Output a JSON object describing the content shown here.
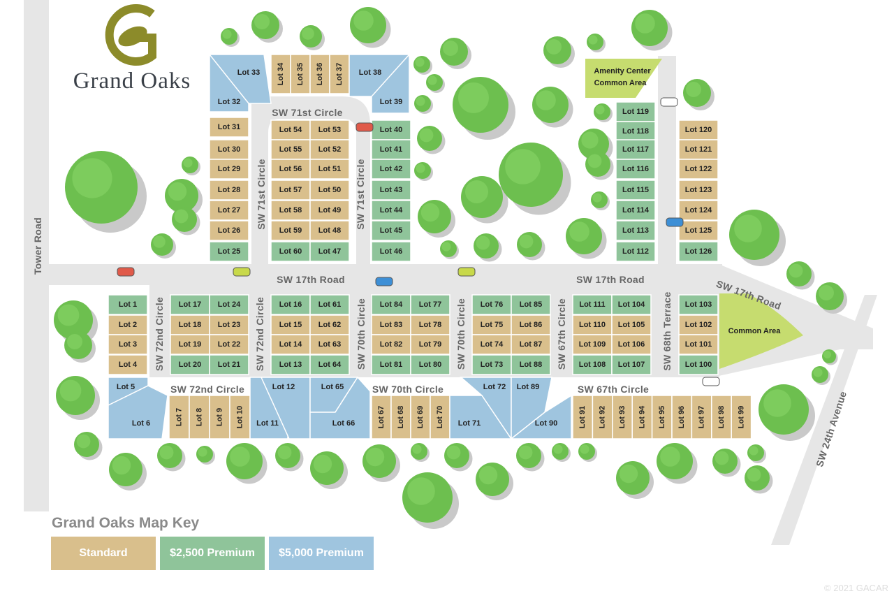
{
  "brand": {
    "name": "Grand Oaks"
  },
  "colors": {
    "standard": "#d9bf8c",
    "premium_2500": "#8fc49a",
    "premium_5000": "#9fc5df",
    "common_area": "#c6dc6f",
    "road": "#e6e6e6",
    "tree": "#6dbf4f",
    "tree_light": "#84d164",
    "tree_shadow": "#c9c9c9"
  },
  "streets": [
    {
      "id": "tower-road",
      "label": "Tower Road"
    },
    {
      "id": "sw-17th-road-west",
      "label": "SW 17th Road"
    },
    {
      "id": "sw-17th-road-east",
      "label": "SW 17th Road"
    },
    {
      "id": "sw-17th-road-diag",
      "label": "SW 17th Road"
    },
    {
      "id": "sw-71st-circle-top",
      "label": "SW 71st Circle"
    },
    {
      "id": "sw-71st-circle-left",
      "label": "SW 71st Circle"
    },
    {
      "id": "sw-71st-circle-right",
      "label": "SW 71st Circle"
    },
    {
      "id": "sw-72nd-circle-left",
      "label": "SW 72nd Circle"
    },
    {
      "id": "sw-72nd-circle-right",
      "label": "SW 72nd Circle"
    },
    {
      "id": "sw-72nd-circle-bottom",
      "label": "SW 72nd Circle"
    },
    {
      "id": "sw-70th-circle-left",
      "label": "SW 70th Circle"
    },
    {
      "id": "sw-70th-circle-right",
      "label": "SW 70th Circle"
    },
    {
      "id": "sw-70th-circle-bottom",
      "label": "SW 70th Circle"
    },
    {
      "id": "sw-67th-circle-left",
      "label": "SW 67th Circle"
    },
    {
      "id": "sw-67th-circle-bottom",
      "label": "SW 67th Circle"
    },
    {
      "id": "sw-68th-terrace",
      "label": "SW 68th Terrace"
    },
    {
      "id": "sw-24th-avenue",
      "label": "SW 24th Avenue"
    }
  ],
  "lots": [
    {
      "n": "Lot 1",
      "t": "premium_2500"
    },
    {
      "n": "Lot 2",
      "t": "standard"
    },
    {
      "n": "Lot 3",
      "t": "standard"
    },
    {
      "n": "Lot 4",
      "t": "standard"
    },
    {
      "n": "Lot 5",
      "t": "premium_5000"
    },
    {
      "n": "Lot 6",
      "t": "premium_5000"
    },
    {
      "n": "Lot 7",
      "t": "standard"
    },
    {
      "n": "Lot 8",
      "t": "standard"
    },
    {
      "n": "Lot 9",
      "t": "standard"
    },
    {
      "n": "Lot 10",
      "t": "standard"
    },
    {
      "n": "Lot 11",
      "t": "premium_5000"
    },
    {
      "n": "Lot 12",
      "t": "premium_5000"
    },
    {
      "n": "Lot 13",
      "t": "premium_2500"
    },
    {
      "n": "Lot 14",
      "t": "standard"
    },
    {
      "n": "Lot 15",
      "t": "standard"
    },
    {
      "n": "Lot 16",
      "t": "premium_2500"
    },
    {
      "n": "Lot 17",
      "t": "premium_2500"
    },
    {
      "n": "Lot 18",
      "t": "standard"
    },
    {
      "n": "Lot 19",
      "t": "standard"
    },
    {
      "n": "Lot 20",
      "t": "premium_2500"
    },
    {
      "n": "Lot 21",
      "t": "premium_2500"
    },
    {
      "n": "Lot 22",
      "t": "standard"
    },
    {
      "n": "Lot 23",
      "t": "standard"
    },
    {
      "n": "Lot 24",
      "t": "premium_2500"
    },
    {
      "n": "Lot 25",
      "t": "premium_2500"
    },
    {
      "n": "Lot 26",
      "t": "standard"
    },
    {
      "n": "Lot 27",
      "t": "standard"
    },
    {
      "n": "Lot 28",
      "t": "standard"
    },
    {
      "n": "Lot 29",
      "t": "standard"
    },
    {
      "n": "Lot 30",
      "t": "standard"
    },
    {
      "n": "Lot 31",
      "t": "standard"
    },
    {
      "n": "Lot 32",
      "t": "premium_5000"
    },
    {
      "n": "Lot 33",
      "t": "premium_5000"
    },
    {
      "n": "Lot 34",
      "t": "standard"
    },
    {
      "n": "Lot 35",
      "t": "standard"
    },
    {
      "n": "Lot 36",
      "t": "standard"
    },
    {
      "n": "Lot 37",
      "t": "standard"
    },
    {
      "n": "Lot 38",
      "t": "premium_5000"
    },
    {
      "n": "Lot 39",
      "t": "premium_5000"
    },
    {
      "n": "Lot 40",
      "t": "premium_2500"
    },
    {
      "n": "Lot 41",
      "t": "premium_2500"
    },
    {
      "n": "Lot 42",
      "t": "premium_2500"
    },
    {
      "n": "Lot 43",
      "t": "premium_2500"
    },
    {
      "n": "Lot 44",
      "t": "premium_2500"
    },
    {
      "n": "Lot 45",
      "t": "premium_2500"
    },
    {
      "n": "Lot 46",
      "t": "premium_2500"
    },
    {
      "n": "Lot 47",
      "t": "premium_2500"
    },
    {
      "n": "Lot 48",
      "t": "standard"
    },
    {
      "n": "Lot 49",
      "t": "standard"
    },
    {
      "n": "Lot 50",
      "t": "standard"
    },
    {
      "n": "Lot 51",
      "t": "standard"
    },
    {
      "n": "Lot 52",
      "t": "standard"
    },
    {
      "n": "Lot 53",
      "t": "standard"
    },
    {
      "n": "Lot 54",
      "t": "standard"
    },
    {
      "n": "Lot 55",
      "t": "standard"
    },
    {
      "n": "Lot 56",
      "t": "standard"
    },
    {
      "n": "Lot 57",
      "t": "standard"
    },
    {
      "n": "Lot 58",
      "t": "standard"
    },
    {
      "n": "Lot 59",
      "t": "standard"
    },
    {
      "n": "Lot 60",
      "t": "premium_2500"
    },
    {
      "n": "Lot 61",
      "t": "premium_2500"
    },
    {
      "n": "Lot 62",
      "t": "standard"
    },
    {
      "n": "Lot 63",
      "t": "standard"
    },
    {
      "n": "Lot 64",
      "t": "premium_2500"
    },
    {
      "n": "Lot 65",
      "t": "premium_5000"
    },
    {
      "n": "Lot 66",
      "t": "premium_5000"
    },
    {
      "n": "Lot 67",
      "t": "standard"
    },
    {
      "n": "Lot 68",
      "t": "standard"
    },
    {
      "n": "Lot 69",
      "t": "standard"
    },
    {
      "n": "Lot 70",
      "t": "standard"
    },
    {
      "n": "Lot 71",
      "t": "premium_5000"
    },
    {
      "n": "Lot 72",
      "t": "premium_5000"
    },
    {
      "n": "Lot 73",
      "t": "premium_2500"
    },
    {
      "n": "Lot 74",
      "t": "standard"
    },
    {
      "n": "Lot 75",
      "t": "standard"
    },
    {
      "n": "Lot 76",
      "t": "premium_2500"
    },
    {
      "n": "Lot 77",
      "t": "premium_2500"
    },
    {
      "n": "Lot 78",
      "t": "standard"
    },
    {
      "n": "Lot 79",
      "t": "standard"
    },
    {
      "n": "Lot 80",
      "t": "premium_2500"
    },
    {
      "n": "Lot 81",
      "t": "premium_2500"
    },
    {
      "n": "Lot 82",
      "t": "standard"
    },
    {
      "n": "Lot 83",
      "t": "standard"
    },
    {
      "n": "Lot 84",
      "t": "premium_2500"
    },
    {
      "n": "Lot 85",
      "t": "premium_2500"
    },
    {
      "n": "Lot 86",
      "t": "standard"
    },
    {
      "n": "Lot 87",
      "t": "standard"
    },
    {
      "n": "Lot 88",
      "t": "premium_2500"
    },
    {
      "n": "Lot 89",
      "t": "premium_5000"
    },
    {
      "n": "Lot 90",
      "t": "premium_5000"
    },
    {
      "n": "Lot 91",
      "t": "standard"
    },
    {
      "n": "Lot 92",
      "t": "standard"
    },
    {
      "n": "Lot 93",
      "t": "standard"
    },
    {
      "n": "Lot 94",
      "t": "standard"
    },
    {
      "n": "Lot 95",
      "t": "standard"
    },
    {
      "n": "Lot 96",
      "t": "standard"
    },
    {
      "n": "Lot 97",
      "t": "standard"
    },
    {
      "n": "Lot 98",
      "t": "standard"
    },
    {
      "n": "Lot 99",
      "t": "standard"
    },
    {
      "n": "Lot 100",
      "t": "premium_2500"
    },
    {
      "n": "Lot 101",
      "t": "standard"
    },
    {
      "n": "Lot 102",
      "t": "standard"
    },
    {
      "n": "Lot 103",
      "t": "premium_2500"
    },
    {
      "n": "Lot 104",
      "t": "premium_2500"
    },
    {
      "n": "Lot 105",
      "t": "standard"
    },
    {
      "n": "Lot 106",
      "t": "standard"
    },
    {
      "n": "Lot 107",
      "t": "premium_2500"
    },
    {
      "n": "Lot 108",
      "t": "premium_2500"
    },
    {
      "n": "Lot 109",
      "t": "standard"
    },
    {
      "n": "Lot 110",
      "t": "standard"
    },
    {
      "n": "Lot 111",
      "t": "premium_2500"
    },
    {
      "n": "Lot 112",
      "t": "premium_2500"
    },
    {
      "n": "Lot 113",
      "t": "premium_2500"
    },
    {
      "n": "Lot 114",
      "t": "premium_2500"
    },
    {
      "n": "Lot 115",
      "t": "premium_2500"
    },
    {
      "n": "Lot 116",
      "t": "premium_2500"
    },
    {
      "n": "Lot 117",
      "t": "premium_2500"
    },
    {
      "n": "Lot 118",
      "t": "premium_2500"
    },
    {
      "n": "Lot 119",
      "t": "premium_2500"
    },
    {
      "n": "Lot 120",
      "t": "standard"
    },
    {
      "n": "Lot 121",
      "t": "standard"
    },
    {
      "n": "Lot 122",
      "t": "standard"
    },
    {
      "n": "Lot 123",
      "t": "standard"
    },
    {
      "n": "Lot 124",
      "t": "standard"
    },
    {
      "n": "Lot 125",
      "t": "standard"
    },
    {
      "n": "Lot 126",
      "t": "premium_2500"
    }
  ],
  "common_areas": [
    {
      "id": "amenity-center",
      "label_line1": "Amenity Center",
      "label_line2": "Common Area"
    },
    {
      "id": "common-area-east",
      "label_line1": "Common Area",
      "label_line2": ""
    }
  ],
  "map_key": {
    "title": "Grand Oaks Map Key",
    "items": [
      {
        "label": "Standard",
        "t": "standard"
      },
      {
        "label": "$2,500 Premium",
        "t": "premium_2500"
      },
      {
        "label": "$5,000 Premium",
        "t": "premium_5000"
      }
    ]
  },
  "copyright": "© 2021 GACAR"
}
